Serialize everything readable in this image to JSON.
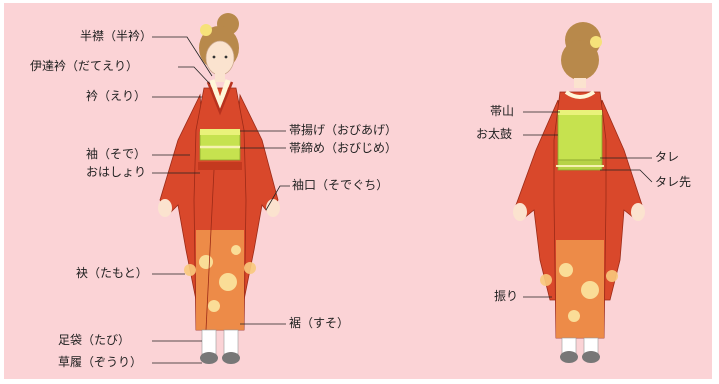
{
  "colors": {
    "background": "#fbd3d6",
    "kimono_red": "#d9482b",
    "kimono_dark": "#b8321e",
    "kimono_orange": "#f3a253",
    "kimono_yellow": "#fbe6a0",
    "obi_green": "#c6e24f",
    "obi_cord": "#e9f27a",
    "collar_white": "#fff6d8",
    "hair": "#b8894b",
    "skin": "#fbe3cf",
    "line": "#222222"
  },
  "front": {
    "labels": {
      "hanueri": "半襟（半衿）",
      "datederi": "伊達衿（だてえり）",
      "eri": "衿（えり）",
      "sode": "袖（そで）",
      "ohashori": "おはしょり",
      "obiage": "帯揚げ（おびあげ）",
      "obijime": "帯締め（おびじめ）",
      "sodeguchi": "袖口（そでぐち）",
      "tamoto": "袂（たもと）",
      "suso": "裾（すそ）",
      "tabi": "足袋（たび）",
      "zori": "草履（ぞうり）"
    }
  },
  "back": {
    "labels": {
      "obiyama": "帯山",
      "otaiko": "お太鼓",
      "tare": "タレ",
      "taresaki": "タレ先",
      "furi": "振り"
    }
  }
}
